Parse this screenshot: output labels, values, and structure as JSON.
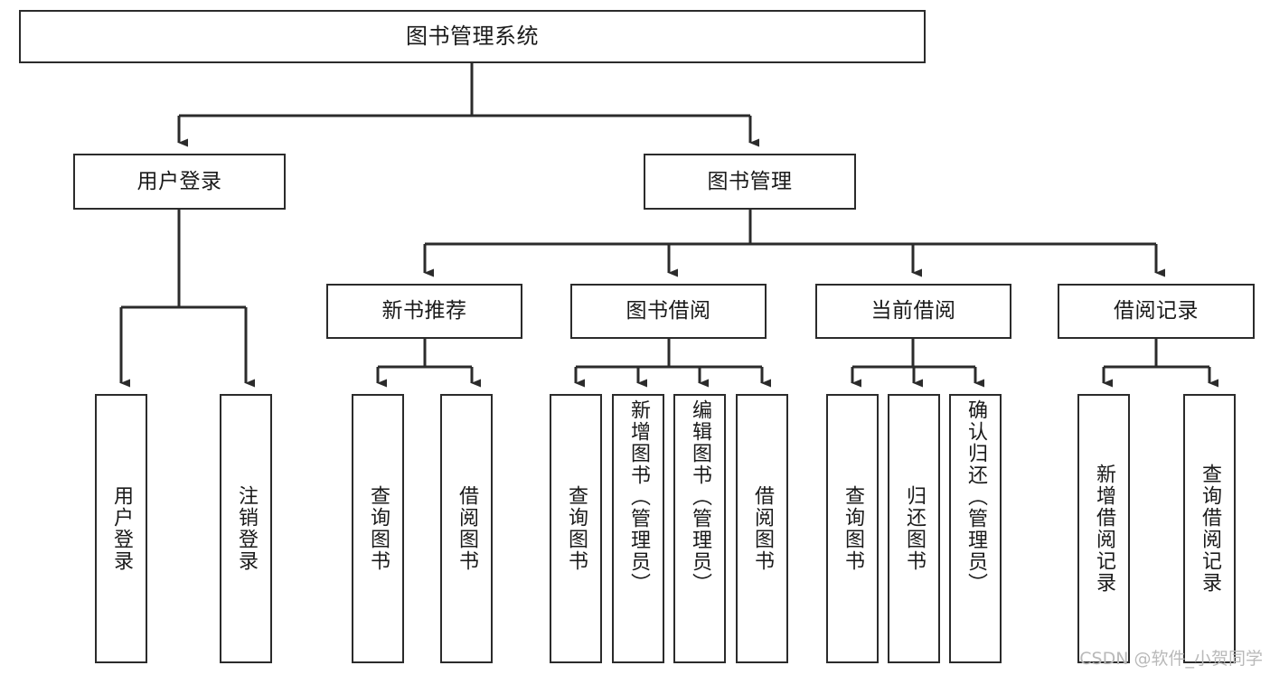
{
  "diagram": {
    "type": "tree-hierarchy-chart",
    "title": "图书管理系统",
    "orientation": "top-down",
    "colors": {
      "box_border": "#2b2b2b",
      "box_fill": "#ffffff",
      "edge": "#2b2b2b",
      "text": "#1a1a1a",
      "watermark": "#b9b9b9",
      "background": "#ffffff"
    },
    "root": {
      "id": "root",
      "label": "图书管理系统"
    },
    "level1": [
      {
        "id": "user-login",
        "label": "用户登录"
      },
      {
        "id": "book-management",
        "label": "图书管理"
      }
    ],
    "level2": [
      {
        "id": "new-book-recommend",
        "label": "新书推荐",
        "parent": "book-management"
      },
      {
        "id": "book-borrow",
        "label": "图书借阅",
        "parent": "book-management"
      },
      {
        "id": "current-borrow",
        "label": "当前借阅",
        "parent": "book-management"
      },
      {
        "id": "borrow-record",
        "label": "借阅记录",
        "parent": "book-management"
      }
    ],
    "leaves": {
      "user-login": [
        {
          "id": "leaf-user-login",
          "label": "用户登录"
        },
        {
          "id": "leaf-logout-login",
          "label": "注销登录"
        }
      ],
      "new-book-recommend": [
        {
          "id": "leaf-query-book-1",
          "label": "查询图书"
        },
        {
          "id": "leaf-borrow-book-1",
          "label": "借阅图书"
        }
      ],
      "book-borrow": [
        {
          "id": "leaf-query-book-2",
          "label": "查询图书"
        },
        {
          "id": "leaf-add-book",
          "label": "新增图书（管理员）"
        },
        {
          "id": "leaf-edit-book",
          "label": "编辑图书（管理员）"
        },
        {
          "id": "leaf-borrow-book-2",
          "label": "借阅图书"
        }
      ],
      "current-borrow": [
        {
          "id": "leaf-query-book-3",
          "label": "查询图书"
        },
        {
          "id": "leaf-return-book",
          "label": "归还图书"
        },
        {
          "id": "leaf-confirm-return",
          "label": "确认归还（管理员）"
        }
      ],
      "borrow-record": [
        {
          "id": "leaf-add-record",
          "label": "新增借阅记录"
        },
        {
          "id": "leaf-query-record",
          "label": "查询借阅记录"
        }
      ]
    }
  },
  "watermark": {
    "text": "CSDN @软件_小贺同学"
  }
}
